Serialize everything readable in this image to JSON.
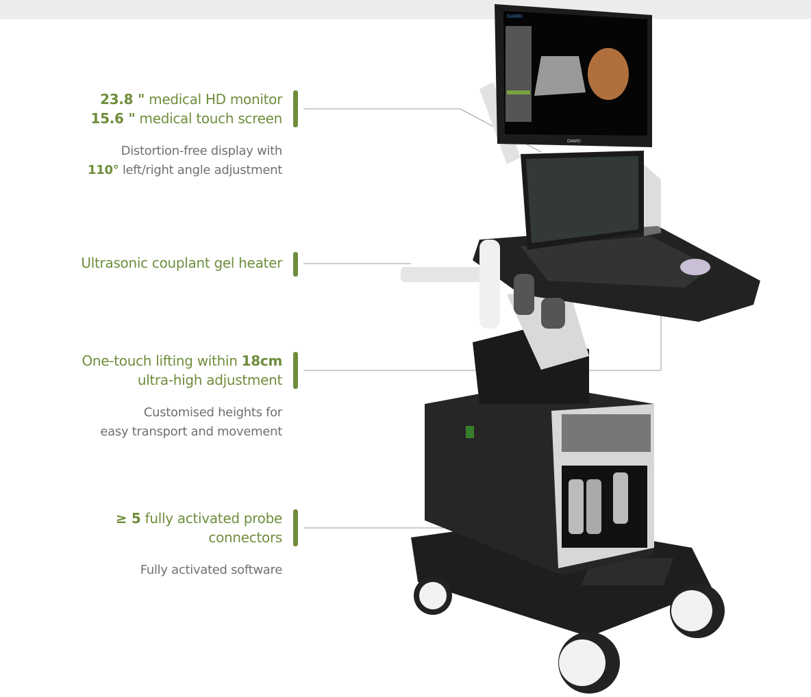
{
  "brand": "DAWEI",
  "features": [
    {
      "line1_bold": "23.8 \"",
      "line1": " medical HD monitor",
      "line2_bold": "15.6 \"",
      "line2": " medical touch screen",
      "sub1": "Distortion-free display with",
      "sub2_bold": "110°",
      "sub2": " left/right angle adjustment"
    },
    {
      "line1": "Ultrasonic couplant gel heater"
    },
    {
      "line1": "One-touch lifting within ",
      "line1_bold": "18cm",
      "line2": "ultra-high adjustment",
      "sub1": "Customised heights for",
      "sub2": "easy transport and movement"
    },
    {
      "line1_bold": "≥ 5",
      "line1": " fully activated probe",
      "line2": "connectors",
      "sub1": "Fully activated software"
    }
  ],
  "colors": {
    "accent": "#6f8d3c",
    "text": "#707070"
  }
}
